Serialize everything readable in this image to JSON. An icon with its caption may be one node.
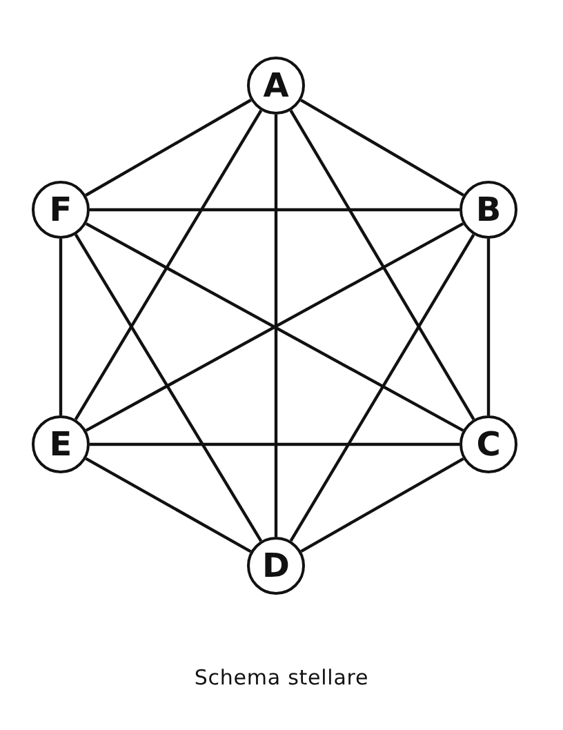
{
  "diagram": {
    "caption": "Schema stellare",
    "nodes": [
      {
        "text": [
          "A"
        ]
      },
      {
        "text": [
          "B"
        ]
      },
      {
        "text": [
          "C"
        ]
      },
      {
        "text": [
          "D"
        ]
      },
      {
        "text": [
          "E"
        ]
      },
      {
        "text": [
          "F"
        ]
      }
    ],
    "edges": [
      {
        "from": 0,
        "to": 1,
        "arrow": "none"
      },
      {
        "from": 0,
        "to": 2,
        "arrow": "none"
      },
      {
        "from": 0,
        "to": 3,
        "arrow": "none"
      },
      {
        "from": 0,
        "to": 4,
        "arrow": "none"
      },
      {
        "from": 0,
        "to": 5,
        "arrow": "none"
      },
      {
        "from": 1,
        "to": 2,
        "arrow": "none"
      },
      {
        "from": 1,
        "to": 3,
        "arrow": "none"
      },
      {
        "from": 1,
        "to": 4,
        "arrow": "none"
      },
      {
        "from": 1,
        "to": 5,
        "arrow": "none"
      },
      {
        "from": 2,
        "to": 3,
        "arrow": "none"
      },
      {
        "from": 2,
        "to": 4,
        "arrow": "none"
      },
      {
        "from": 2,
        "to": 5,
        "arrow": "none"
      },
      {
        "from": 3,
        "to": 4,
        "arrow": "none"
      },
      {
        "from": 3,
        "to": 5,
        "arrow": "none"
      },
      {
        "from": 4,
        "to": 5,
        "arrow": "none"
      }
    ]
  }
}
